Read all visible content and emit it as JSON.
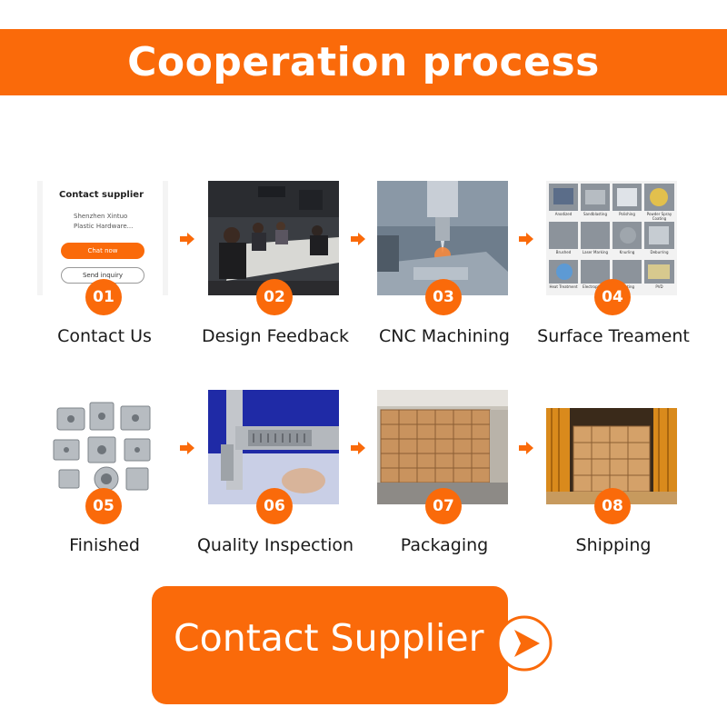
{
  "header": {
    "title": "Cooperation process"
  },
  "steps": [
    {
      "num": "01",
      "label": "Contact Us"
    },
    {
      "num": "02",
      "label": "Design Feedback"
    },
    {
      "num": "03",
      "label": "CNC Machining"
    },
    {
      "num": "04",
      "label": "Surface Treament"
    },
    {
      "num": "05",
      "label": "Finished"
    },
    {
      "num": "06",
      "label": "Quality Inspection"
    },
    {
      "num": "07",
      "label": "Packaging"
    },
    {
      "num": "08",
      "label": "Shipping"
    }
  ],
  "contact_card": {
    "title": "Contact supplier",
    "line1": "Shenzhen Xintuo",
    "line2": "Plastic Hardware...",
    "chat_label": "Chat now",
    "inquiry_label": "Send inquiry"
  },
  "surface_grid": {
    "row1": [
      "Anodized",
      "Sandblasting",
      "Polishing",
      "Powder Spray Coating"
    ],
    "row2": [
      "Brushed",
      "Laser Marking",
      "Knurling",
      "Deburring"
    ],
    "row3": [
      "Heat Treatment",
      "Electroplating",
      "Painting",
      "PVD"
    ]
  },
  "cta": {
    "label": "Contact Supplier"
  },
  "colors": {
    "accent": "#fa6a0a",
    "text": "#1a1a1a"
  }
}
